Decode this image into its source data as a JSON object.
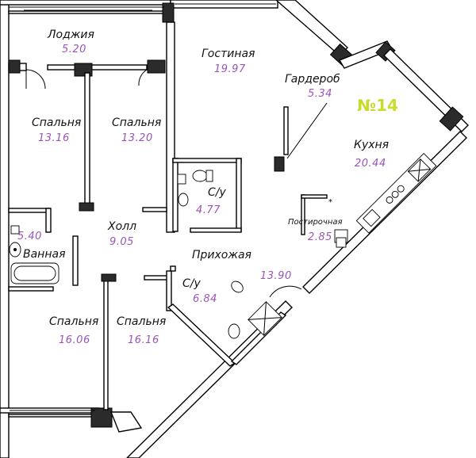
{
  "apartment": {
    "number": "№14",
    "number_color": "#c8dc2a"
  },
  "area_color": "#9a55b8",
  "rooms": {
    "loggia": {
      "name": "Лоджия",
      "area": "5.20"
    },
    "living": {
      "name": "Гостиная",
      "area": "19.97"
    },
    "wardrobe": {
      "name": "Гардероб",
      "area": "5.34"
    },
    "bedroom1": {
      "name": "Спальня",
      "area": "13.16"
    },
    "bedroom2": {
      "name": "Спальня",
      "area": "13.20"
    },
    "kitchen": {
      "name": "Кухня",
      "area": "20.44"
    },
    "wc1": {
      "name": "С/у",
      "area": "4.77"
    },
    "hall": {
      "name": "Холл",
      "area": "9.05"
    },
    "bathroom": {
      "name": "Ванная",
      "area": "5.40"
    },
    "laundry": {
      "name": "Постирочная",
      "area": "2.85"
    },
    "entrance": {
      "name": "Прихожая",
      "area": "13.90"
    },
    "wc2": {
      "name": "С/у",
      "area": "6.84"
    },
    "bedroom3": {
      "name": "Спальня",
      "area": "16.06"
    },
    "bedroom4": {
      "name": "Спальня",
      "area": "16.16"
    }
  }
}
